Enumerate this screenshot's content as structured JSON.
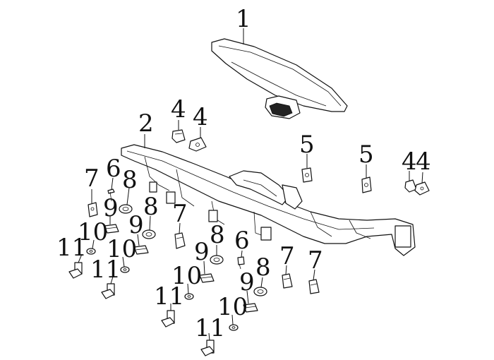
{
  "labels": {
    "p1": "1",
    "p2": "2",
    "p4a": "4",
    "p4b": "4",
    "p4c": "4",
    "p4d": "4",
    "p5a": "5",
    "p5b": "5",
    "p6a": "6",
    "p6b": "6",
    "p7a": "7",
    "p7b": "7",
    "p7c": "7",
    "p7d": "7",
    "p8a": "8",
    "p8b": "8",
    "p8c": "8",
    "p8d": "8",
    "p9a": "9",
    "p9b": "9",
    "p9c": "9",
    "p9d": "9",
    "p10a": "10",
    "p10b": "10",
    "p10c": "10",
    "p10d": "10",
    "p11a": "11",
    "p11b": "11",
    "p11c": "11",
    "p11d": "11"
  }
}
